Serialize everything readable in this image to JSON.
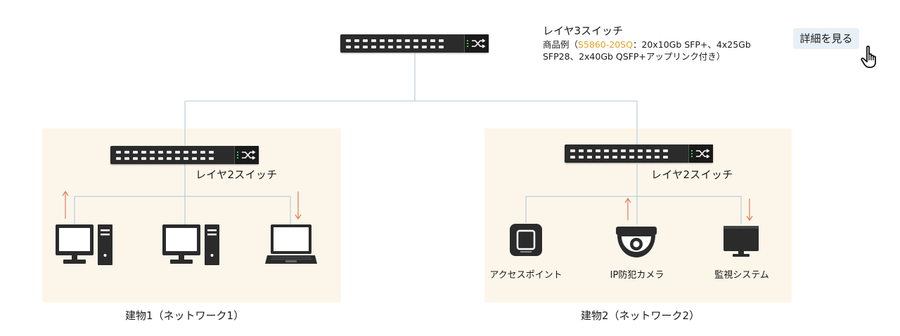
{
  "l3": {
    "title": "レイヤ3スイッチ",
    "product_prefix": "商品例（",
    "product_model": "S5860-20SQ",
    "product_spec_1": "：20x10Gb SFP+、4x25Gb",
    "product_spec_2": "SFP28、2x40Gb QSFP+アップリンク付き）",
    "detail_button": "詳細を見る"
  },
  "building1": {
    "switch_label": "レイヤ2スイッチ",
    "caption": "建物1（ネットワーク1）"
  },
  "building2": {
    "switch_label": "レイヤ2スイッチ",
    "caption": "建物2（ネットワーク2）",
    "devices": {
      "access_point": "アクセスポイント",
      "ip_camera": "IP防犯カメラ",
      "monitoring": "監視システム"
    }
  },
  "colors": {
    "zone_bg": "#fcf6ea",
    "wire": "#a9c6d8",
    "arrow": "#e07a5a",
    "accent": "#e1a126",
    "button_bg": "#e7f0f7"
  },
  "icons": {
    "switch": "network-switch-icon",
    "desktop": "desktop-computer-icon",
    "laptop": "laptop-icon",
    "access_point": "access-point-icon",
    "camera": "dome-camera-icon",
    "monitor": "monitor-icon",
    "cursor": "hand-pointer-icon"
  }
}
